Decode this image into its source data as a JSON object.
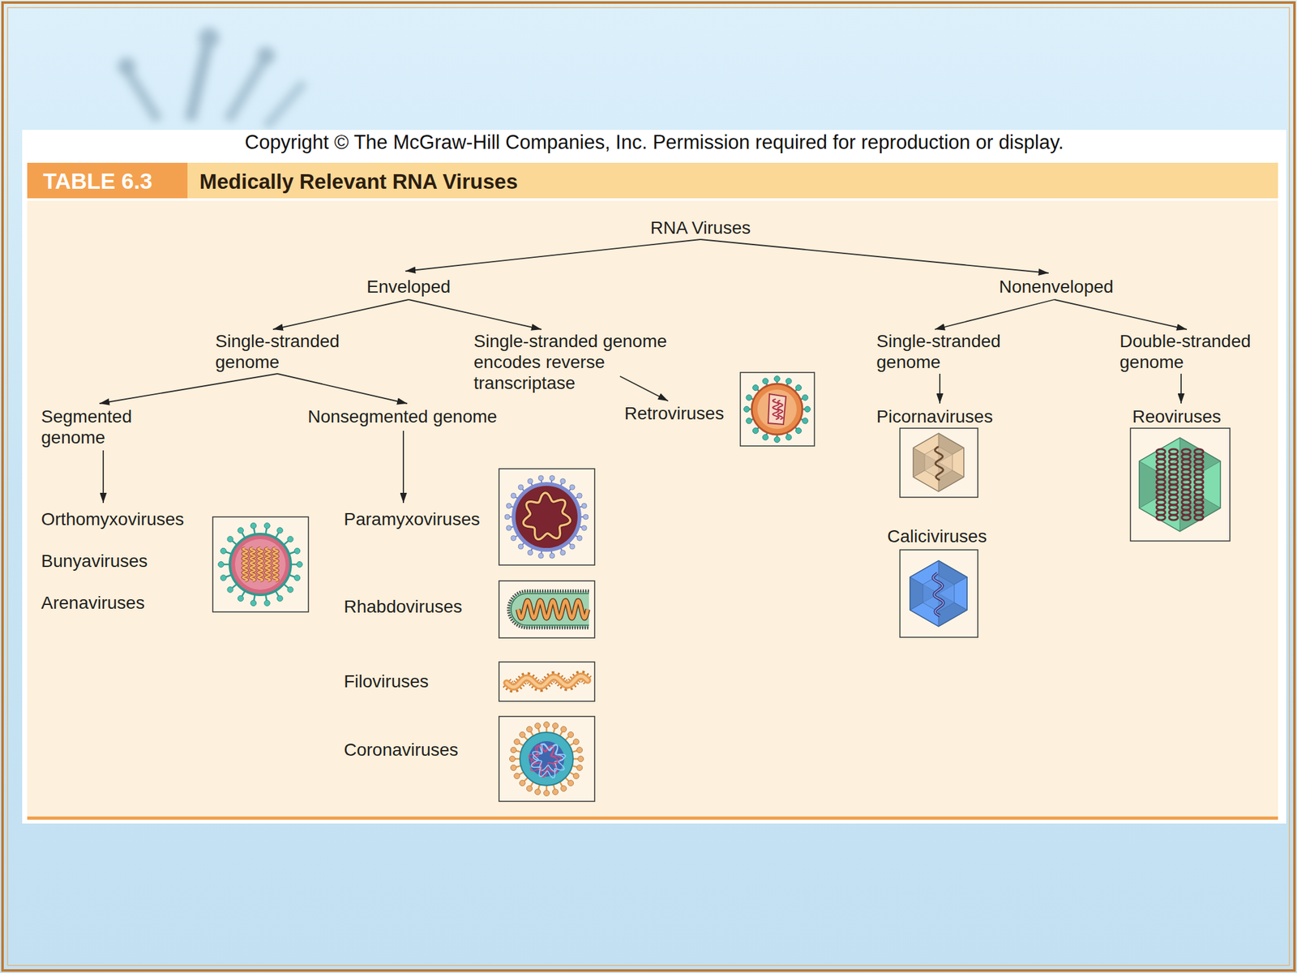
{
  "diagram": {
    "title": "Medically Relevant RNA Viruses",
    "nodes": [
      {
        "text": [
          "RNA Viruses"
        ]
      },
      {
        "text": [
          "Enveloped"
        ]
      },
      {
        "text": [
          "Nonenveloped"
        ]
      },
      {
        "text": [
          "Single-stranded genome"
        ]
      },
      {
        "text": [
          "Single-stranded genome encodes reverse transcriptase"
        ]
      },
      {
        "text": [
          "Single-stranded genome"
        ]
      },
      {
        "text": [
          "Double-stranded genome"
        ]
      },
      {
        "text": [
          "Segmented genome"
        ]
      },
      {
        "text": [
          "Nonsegmented genome"
        ]
      },
      {
        "text": [
          "Retroviruses"
        ]
      },
      {
        "text": [
          "Picornaviruses"
        ]
      },
      {
        "text": [
          "Reoviruses"
        ]
      },
      {
        "text": [
          "Orthomyxoviruses"
        ]
      },
      {
        "text": [
          "Bunyaviruses"
        ]
      },
      {
        "text": [
          "Arenaviruses"
        ]
      },
      {
        "text": [
          "Paramyxoviruses"
        ]
      },
      {
        "text": [
          "Rhabdoviruses"
        ]
      },
      {
        "text": [
          "Filoviruses"
        ]
      },
      {
        "text": [
          "Coronaviruses"
        ]
      },
      {
        "text": [
          "Caliciviruses"
        ]
      }
    ],
    "edges": [
      {
        "from": 0,
        "to": 1,
        "arrow": "to"
      },
      {
        "from": 0,
        "to": 2,
        "arrow": "to"
      },
      {
        "from": 1,
        "to": 3,
        "arrow": "to"
      },
      {
        "from": 1,
        "to": 4,
        "arrow": "to"
      },
      {
        "from": 2,
        "to": 5,
        "arrow": "to"
      },
      {
        "from": 2,
        "to": 6,
        "arrow": "to"
      },
      {
        "from": 3,
        "to": 7,
        "arrow": "to"
      },
      {
        "from": 3,
        "to": 8,
        "arrow": "to"
      },
      {
        "from": 4,
        "to": 9,
        "arrow": "to"
      },
      {
        "from": 5,
        "to": 10,
        "arrow": "to"
      },
      {
        "from": 6,
        "to": 11,
        "arrow": "to"
      },
      {
        "from": 7,
        "to": 12,
        "arrow": "to"
      },
      {
        "from": 8,
        "to": 15,
        "arrow": "to"
      }
    ],
    "labels": [
      "Copyright © The McGraw-Hill Companies, Inc. Permission required for reproduction or display.",
      "TABLE 6.3"
    ]
  }
}
